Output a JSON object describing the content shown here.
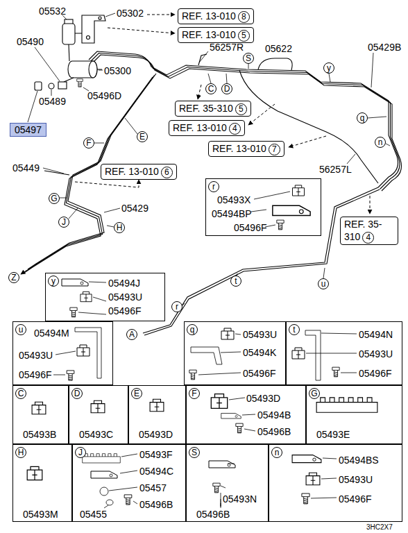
{
  "diagram": {
    "nodes": [
      {
        "text": [
          "REF. 13-010",
          "8"
        ]
      },
      {
        "text": [
          "REF. 13-010",
          "5"
        ]
      },
      {
        "text": [
          "S"
        ]
      },
      {
        "text": [
          "y"
        ]
      },
      {
        "text": [
          "C"
        ]
      },
      {
        "text": [
          "D"
        ]
      },
      {
        "text": [
          "REF. 35-310",
          "5"
        ]
      },
      {
        "text": [
          "REF. 13-010",
          "4"
        ]
      },
      {
        "text": [
          "q"
        ]
      },
      {
        "text": [
          "n"
        ]
      },
      {
        "text": [
          "05497"
        ]
      },
      {
        "text": [
          "E"
        ]
      },
      {
        "text": [
          "REF. 13-010",
          "7"
        ]
      },
      {
        "text": [
          "F"
        ]
      },
      {
        "text": [
          "REF. 13-010",
          "6"
        ]
      },
      {
        "text": [
          "G"
        ]
      },
      {
        "text": [
          "r",
          "05493X",
          "05494BP",
          "05496F"
        ]
      },
      {
        "text": [
          "J"
        ]
      },
      {
        "text": [
          "H"
        ]
      },
      {
        "text": [
          "REF. 35-310",
          "4"
        ]
      },
      {
        "text": [
          "t"
        ]
      },
      {
        "text": [
          "Z"
        ]
      },
      {
        "text": [
          "u"
        ]
      },
      {
        "text": [
          "y",
          "05494J",
          "05493U",
          "05496F"
        ]
      },
      {
        "text": [
          "r"
        ]
      },
      {
        "text": [
          "A"
        ]
      },
      {
        "text": [
          "u",
          "05494M",
          "05493U",
          "05496F"
        ]
      },
      {
        "text": [
          "q",
          "05493U",
          "05494K",
          "05496F"
        ]
      },
      {
        "text": [
          "t",
          "05494N",
          "05493U",
          "05496F"
        ]
      },
      {
        "text": [
          "C",
          "05493B"
        ]
      },
      {
        "text": [
          "D",
          "05493C"
        ]
      },
      {
        "text": [
          "E",
          "05493D"
        ]
      },
      {
        "text": [
          "F",
          "05493D",
          "05494B",
          "05496B"
        ]
      },
      {
        "text": [
          "G",
          "05493E"
        ]
      },
      {
        "text": [
          "H",
          "05493M"
        ]
      },
      {
        "text": [
          "J",
          "05493F",
          "05494C",
          "05457",
          "05455",
          "05496B"
        ]
      },
      {
        "text": [
          "S",
          "05493N",
          "05496B"
        ]
      },
      {
        "text": [
          "n",
          "05494BS",
          "05493U",
          "05496F"
        ]
      }
    ],
    "labels": [
      "05532",
      "05302",
      "05490",
      "05300",
      "05489",
      "05496D",
      "56257R",
      "05622",
      "05429B",
      "56257L",
      "05449",
      "05429",
      "3HC2X7"
    ]
  }
}
